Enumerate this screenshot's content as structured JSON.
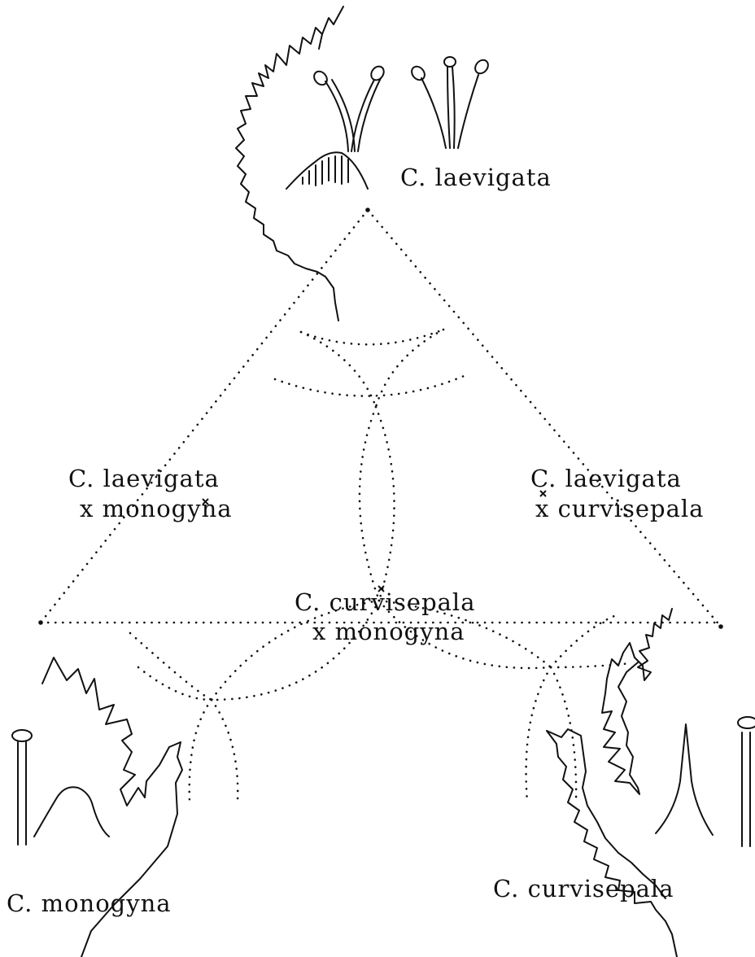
{
  "labels": {
    "laevigata": "C. laevigata",
    "hybrid_lm_line1": "C. laevigata",
    "hybrid_lm_line2": "x monogyna",
    "hybrid_lc_line1": "C. laevigata",
    "hybrid_lc_line2": "x curvisepala",
    "hybrid_cm_line1": "C. curvisepala",
    "hybrid_cm_line2": "x monogyna",
    "monogyna": "C. monogyna",
    "curvisepala": "C. curvisepala"
  }
}
